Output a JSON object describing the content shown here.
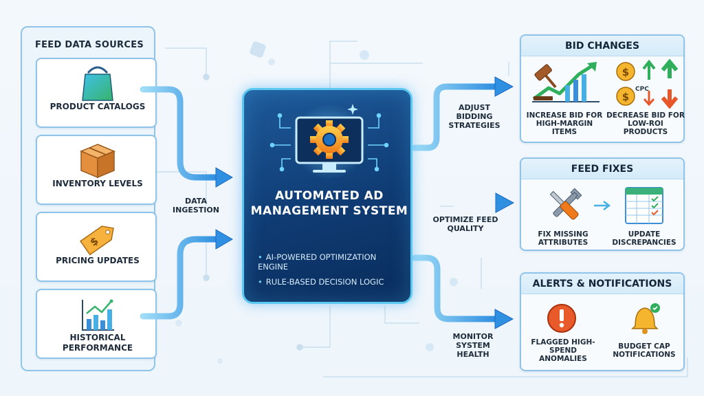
{
  "sources": {
    "title": "FEED DATA SOURCES",
    "items": [
      {
        "label": "PRODUCT CATALOGS",
        "icon": "shopping-bag-icon"
      },
      {
        "label": "INVENTORY LEVELS",
        "icon": "box-icon"
      },
      {
        "label": "PRICING UPDATES",
        "icon": "price-tag-icon"
      },
      {
        "label": "HISTORICAL PERFORMANCE",
        "icon": "bar-chart-icon"
      }
    ]
  },
  "ingestion_label": "DATA INGESTION",
  "system": {
    "title": "AUTOMATED AD MANAGEMENT SYSTEM",
    "bullets": [
      "AI-POWERED OPTIMIZATION ENGINE",
      "RULE-BASED DECISION LOGIC"
    ],
    "icon": "gear-monitor-icon"
  },
  "flows": {
    "bid": "ADJUST BIDDING STRATEGIES",
    "feed": "OPTIMIZE FEED QUALITY",
    "alerts": "MONITOR SYSTEM HEALTH"
  },
  "outputs": {
    "bid_changes": {
      "title": "BID CHANGES",
      "left": "INCREASE BID FOR HIGH-MARGIN ITEMS",
      "right": "DECREASE BID FOR LOW-ROI PRODUCTS",
      "cpc": "CPC"
    },
    "feed_fixes": {
      "title": "FEED FIXES",
      "left": "FIX MISSING ATTRIBUTES",
      "right": "UPDATE DISCREPANCIES"
    },
    "alerts": {
      "title": "ALERTS & NOTIFICATIONS",
      "left": "FLAGGED HIGH-SPEND ANOMALIES",
      "right": "BUDGET CAP NOTIFICATIONS"
    }
  },
  "colors": {
    "accent": "#3aa8e8",
    "arrow_dark": "#1f6fc9",
    "center_bg": "#0f3b73",
    "panel_border": "#8fc4e8"
  }
}
